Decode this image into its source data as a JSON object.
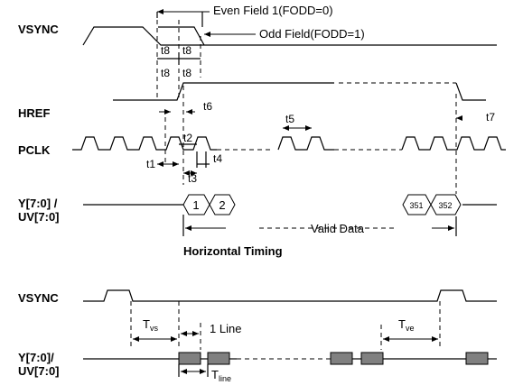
{
  "signals": {
    "vsync": "VSYNC",
    "href": "HREF",
    "pclk": "PCLK",
    "data_line1": "Y[7:0]  /",
    "data_line2": "UV[7:0]",
    "vsync2": "VSYNC",
    "data2_line1": "Y[7:0]/",
    "data2_line2": "UV[7:0]"
  },
  "annotations": {
    "even_field": "Even Field 1(FODD=0)",
    "odd_field": "Odd Field(FODD=1)",
    "valid_data": "Valid Data",
    "one_line": "1 Line"
  },
  "timing_labels": {
    "t8a": "t8",
    "t8b": "t8",
    "t6": "t6",
    "t5": "t5",
    "t7": "t7",
    "t2": "t2",
    "t1": "t1",
    "t4": "t4",
    "t3": "t3",
    "tvs_main": "T",
    "tvs_sub": "vs",
    "tve_main": "T",
    "tve_sub": "ve",
    "tline_main": "T",
    "tline_sub": "line"
  },
  "data_words": [
    "1",
    "2",
    "351",
    "352"
  ],
  "section_title": "Horizontal Timing"
}
